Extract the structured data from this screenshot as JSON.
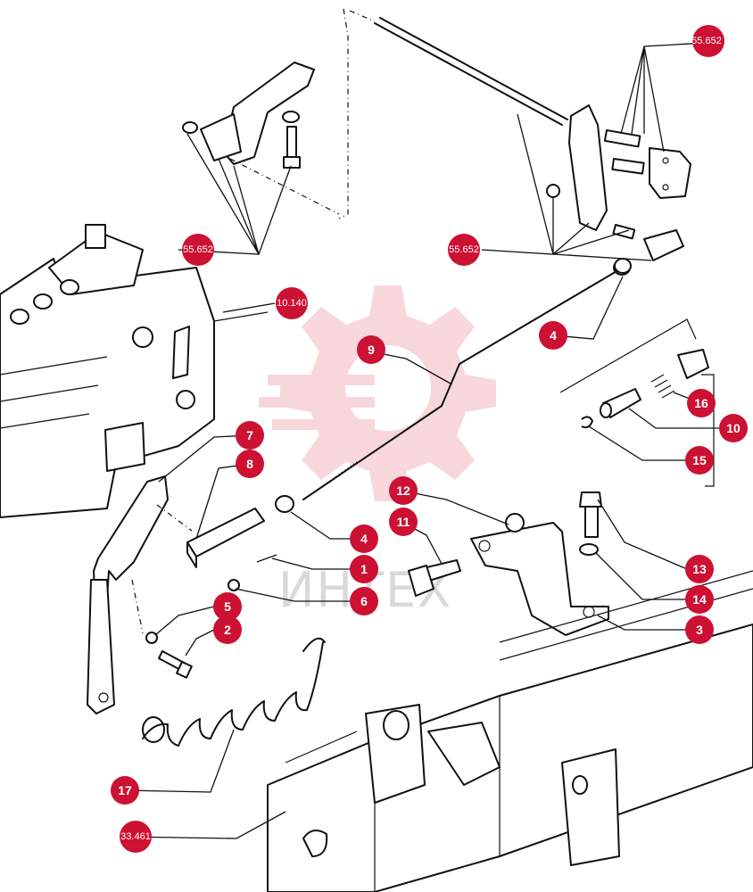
{
  "watermark": {
    "text": "ИНТЕХ",
    "color": "#f2b8bf"
  },
  "badge_color": "#cc1133",
  "callouts": [
    {
      "id": "ref-55652-top",
      "label": "55.652"
    },
    {
      "id": "ref-55652-left",
      "label": "55.652"
    },
    {
      "id": "ref-55652-mid",
      "label": "55.652"
    },
    {
      "id": "ref-10140",
      "label": "10.140"
    },
    {
      "id": "ref-33461",
      "label": "33.461"
    },
    {
      "id": "part-1",
      "label": "1"
    },
    {
      "id": "part-2",
      "label": "2"
    },
    {
      "id": "part-3",
      "label": "3"
    },
    {
      "id": "part-4a",
      "label": "4"
    },
    {
      "id": "part-4b",
      "label": "4"
    },
    {
      "id": "part-5",
      "label": "5"
    },
    {
      "id": "part-6",
      "label": "6"
    },
    {
      "id": "part-7",
      "label": "7"
    },
    {
      "id": "part-8",
      "label": "8"
    },
    {
      "id": "part-9",
      "label": "9"
    },
    {
      "id": "part-10",
      "label": "10"
    },
    {
      "id": "part-11",
      "label": "11"
    },
    {
      "id": "part-12",
      "label": "12"
    },
    {
      "id": "part-13",
      "label": "13"
    },
    {
      "id": "part-14",
      "label": "14"
    },
    {
      "id": "part-15",
      "label": "15"
    },
    {
      "id": "part-16",
      "label": "16"
    },
    {
      "id": "part-17",
      "label": "17"
    }
  ]
}
